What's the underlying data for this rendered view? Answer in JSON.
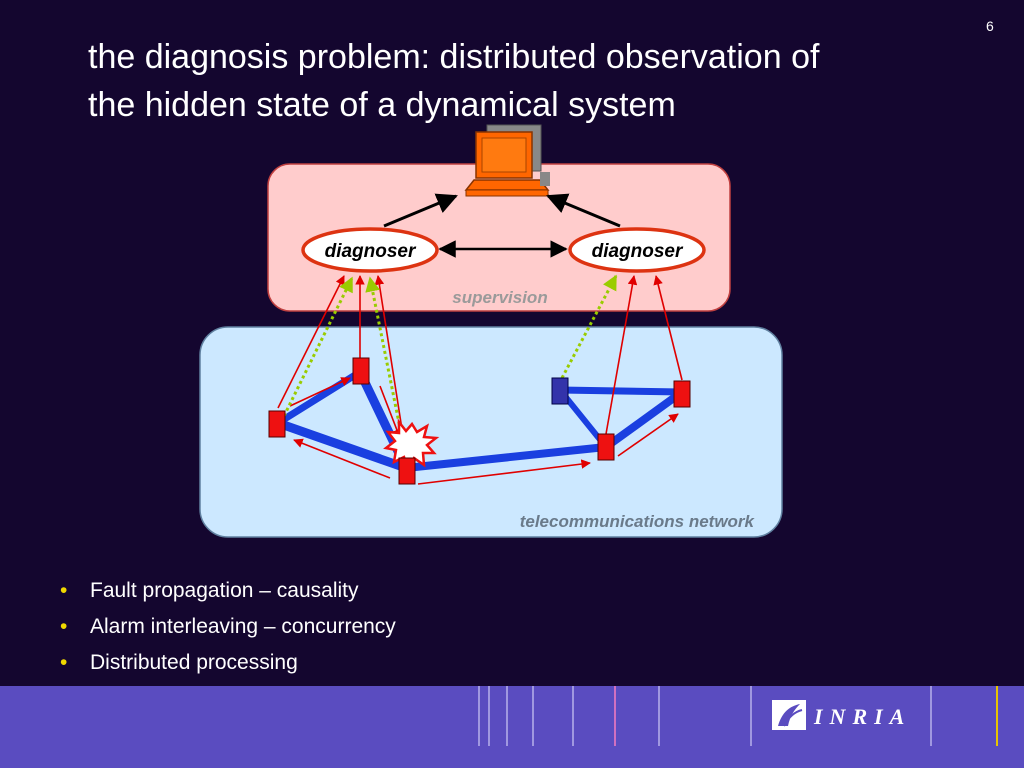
{
  "slide": {
    "number": "6",
    "title_lines": [
      "the diagnosis problem: distributed observation of",
      "the hidden state of a dynamical system"
    ]
  },
  "diagram": {
    "supervision_label": "supervision",
    "network_label": "telecommunications network",
    "diagnoser_left_label": "diagnoser",
    "diagnoser_right_label": "diagnoser",
    "colors": {
      "supervision_box": "#ffcccc",
      "network_box": "#cce8ff",
      "link": "#1a3fe0",
      "alarm_arrow": "#e00000",
      "dotted_arrow": "#99cc00",
      "node_red": "#ee1111",
      "node_blue": "#3333aa",
      "computer": "#ff6600"
    }
  },
  "bullets": [
    "Fault propagation – causality",
    "Alarm interleaving – concurrency",
    "Distributed processing"
  ],
  "footer": {
    "logo_text": "INRIA",
    "colors": {
      "bar": "#5a4cc0",
      "accent_line": "#e8c400"
    }
  }
}
